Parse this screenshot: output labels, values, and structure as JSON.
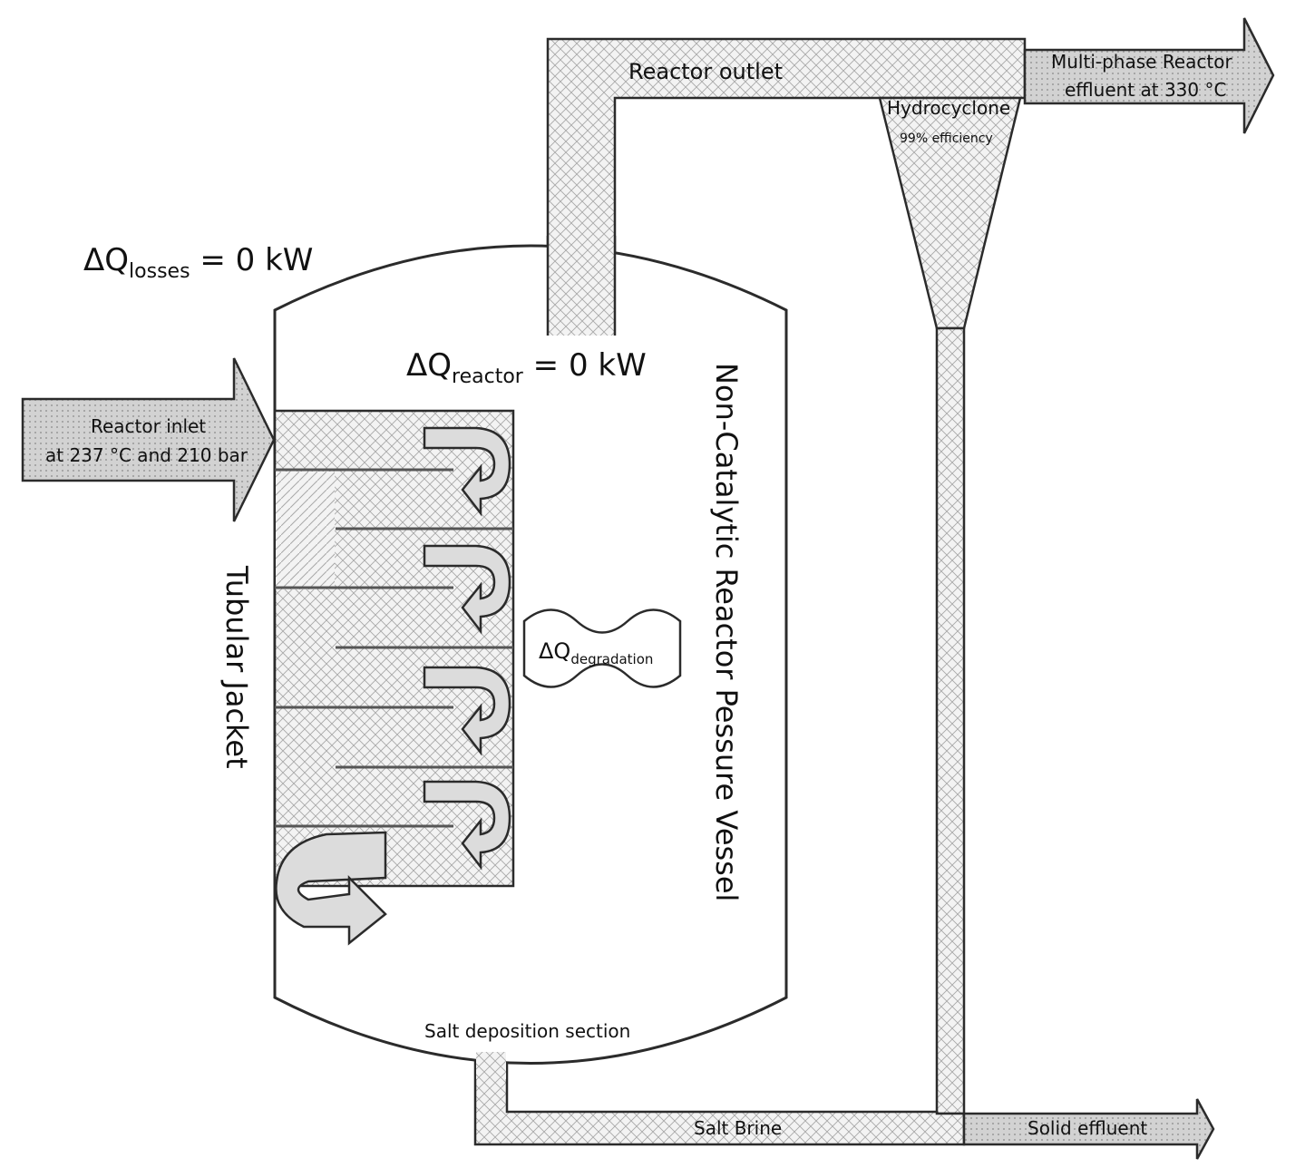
{
  "labels": {
    "reactor_outlet": "Reactor outlet",
    "effluent_line1": "Multi-phase Reactor",
    "effluent_line2": "effluent at 330 °C",
    "hydrocyclone": "Hydrocyclone",
    "hydrocyclone_efficiency": "99% efficiency",
    "q_losses_symbol": "ΔQ",
    "q_losses_sub": "losses",
    "q_losses_value": " = 0 kW",
    "q_reactor_symbol": "ΔQ",
    "q_reactor_sub": "reactor",
    "q_reactor_value": " = 0 kW",
    "inlet_line1": "Reactor inlet",
    "inlet_line2": "at 237 °C and 210 bar",
    "tubular_jacket": "Tubular Jacket",
    "vessel": "Non-Catalytic Reactor Pessure Vessel",
    "q_degradation_symbol": "ΔQ",
    "q_degradation_sub": "degradation",
    "salt_deposition": "Salt deposition section",
    "salt_brine": "Salt Brine",
    "solid_effluent": "Solid effluent"
  },
  "colors": {
    "line": "#2b2b2b",
    "hatch": "#9a9a9a",
    "arrow_fill": "#dcdcdc"
  }
}
